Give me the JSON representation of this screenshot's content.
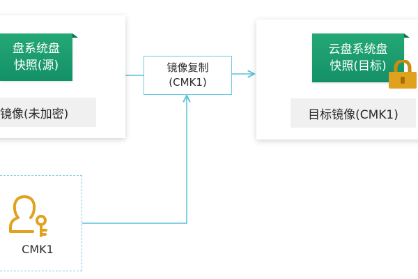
{
  "source": {
    "snapshot_line1": "盘系统盘",
    "snapshot_line2": "快照(源)",
    "image_label": "镜像(未加密)"
  },
  "copy": {
    "line1": "镜像复制",
    "line2": "(CMK1)"
  },
  "target": {
    "snapshot_line1": "云盘系统盘",
    "snapshot_line2": "快照(目标)",
    "image_label": "目标镜像(CMK1)"
  },
  "key": {
    "label": "CMK1"
  },
  "colors": {
    "green": "#1a9a6c",
    "connector": "#5bbfd8",
    "icon_gold": "#e0a21e",
    "gray_box": "#f0f0f0"
  },
  "icons": {
    "key_owner": "user-key-icon",
    "lock": "lock-icon"
  }
}
